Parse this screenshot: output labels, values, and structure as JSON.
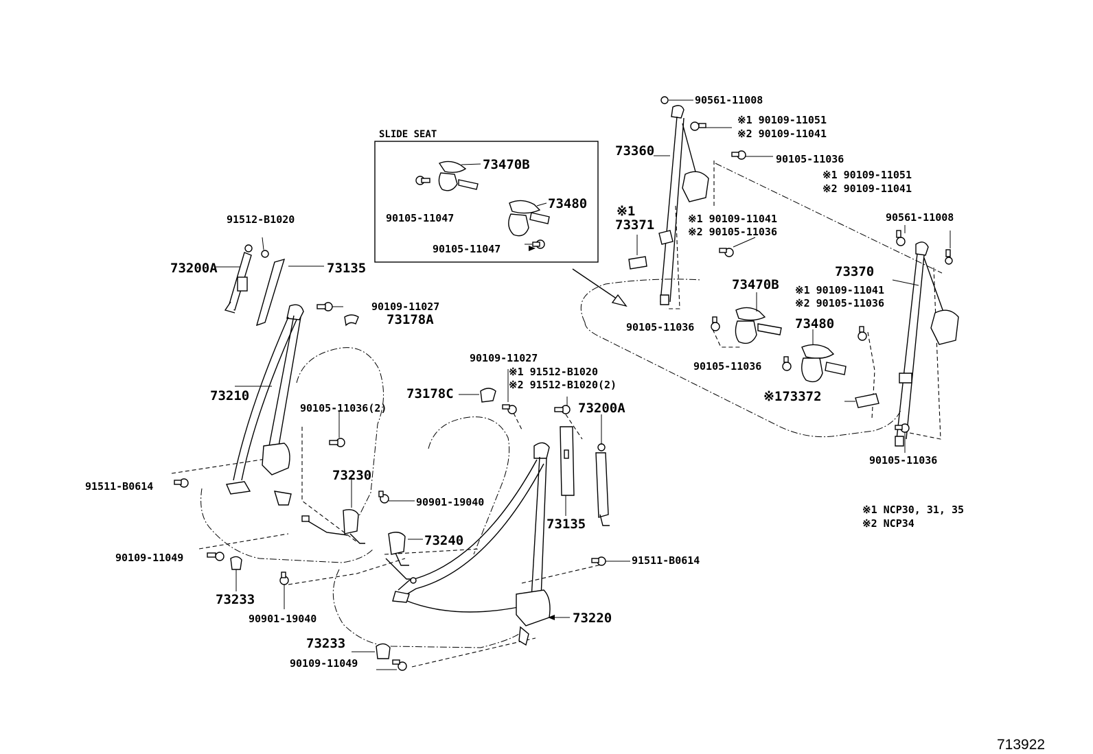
{
  "slide_seat": {
    "title": "SLIDE SEAT"
  },
  "labels": {
    "l_91512_b1020": "91512-B1020",
    "l_73200a_left": "73200A",
    "l_73135_top": "73135",
    "l_90109_11027_a": "90109-11027",
    "l_73178a": "73178A",
    "l_73210": "73210",
    "l_90105_11036_2": "90105-11036(2)",
    "l_91511_b0614_left": "91511-B0614",
    "l_73230": "73230",
    "l_90901_19040_a": "90901-19040",
    "l_73240": "73240",
    "l_90109_11049_a": "90109-11049",
    "l_73233_a": "73233",
    "l_90901_19040_b": "90901-19040",
    "l_73233_b": "73233",
    "l_90109_11049_b": "90109-11049",
    "l_90109_11027_b": "90109-11027",
    "l_n1_91512_b1020": "※1 91512-B1020",
    "l_n2_91512_b1020_2": "※2 91512-B1020(2)",
    "l_73178c": "73178C",
    "l_73200a_mid": "73200A",
    "l_73135_mid": "73135",
    "l_91511_b0614_mid": "91511-B0614",
    "l_73220": "73220",
    "l_ss_73470b": "73470B",
    "l_ss_90105_11047_a": "90105-11047",
    "l_ss_73480": "73480",
    "l_ss_90105_11047_b": "90105-11047",
    "l_90561_11008_top": "90561-11008",
    "l_n1_90109_11051_top": "※1 90109-11051",
    "l_n2_90109_11041_top": "※2 90109-11041",
    "l_73360": "73360",
    "l_90105_11036_top": "90105-11036",
    "l_n1_90109_11051_r": "※1 90109-11051",
    "l_n2_90109_11041_r": "※2 90109-11041",
    "l_n1_73371_mark": "※1",
    "l_73371": "73371",
    "l_n1_90109_11041_c": "※1 90109-11041",
    "l_n2_90105_11036_c": "※2 90105-11036",
    "l_90561_11008_r": "90561-11008",
    "l_73370": "73370",
    "l_73470b_rear": "73470B",
    "l_n1_90109_11041_r": "※1 90109-11041",
    "l_n2_90105_11036_r": "※2 90105-11036",
    "l_90105_11036_rl": "90105-11036",
    "l_73480_rear": "73480",
    "l_90105_11036_rm": "90105-11036",
    "l_n1_73372": "※173372",
    "l_90105_11036_rb": "90105-11036"
  },
  "notes": [
    "※1 NCP30, 31, 35",
    "※2 NCP34"
  ],
  "figure_id": "713922"
}
